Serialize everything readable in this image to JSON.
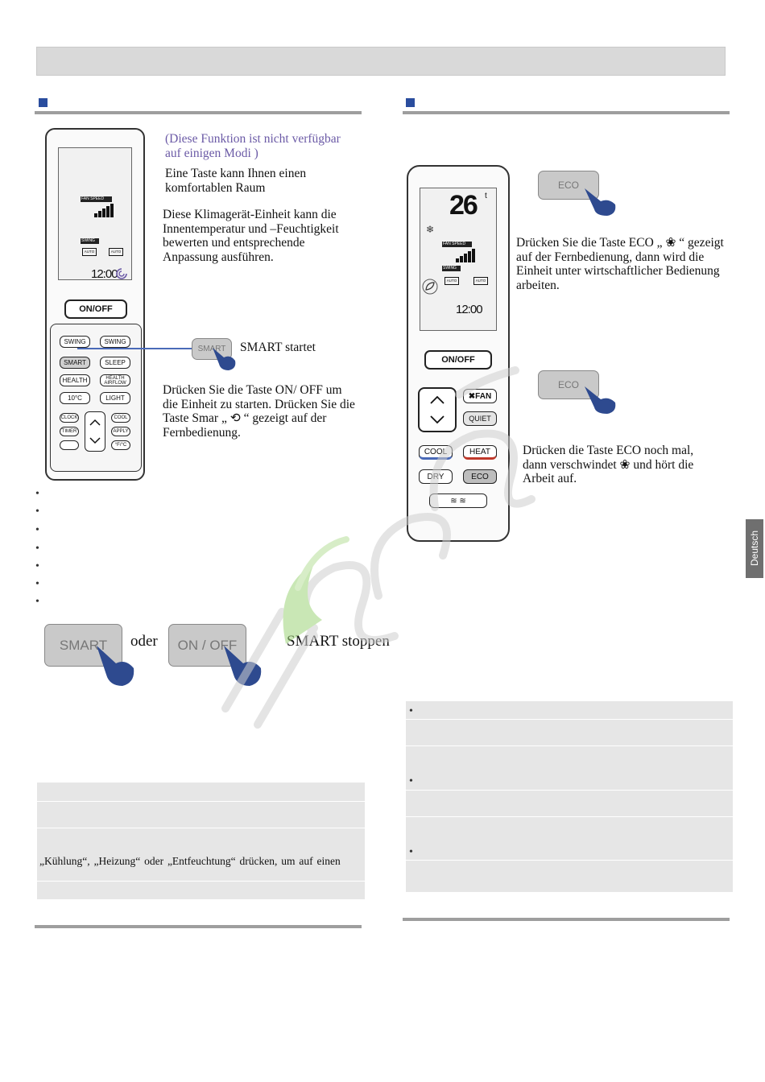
{
  "left_section": {
    "note": "(Diese Funktion ist nicht verfügbar auf einigen Modi )",
    "para1": "Eine Taste kann Ihnen einen komfortablen Raum",
    "para2": "Diese Klimagerät-Einheit kann die Innentemperatur und –Feuchtigkeit bewerten und entsprechende Anpassung ausführen.",
    "smart_start": "SMART startet",
    "para3": "Drücken Sie die Taste ON/ OFF um die Einheit zu starten. Drücken Sie die Taste Smar „ ⟲ “ gezeigt auf der Fernbedienung.",
    "stop_key1": "SMART",
    "stop_or": "oder",
    "stop_key2": "ON / OFF",
    "stop_text": "SMART stoppen",
    "panel_text": "„Kühlung“, „Heizung“ oder „Entfeuchtung“ drücken, um auf einen"
  },
  "left_remote": {
    "fan_speed": "FAN SPEED",
    "swing": "SWING",
    "auto": "AUTO",
    "time": "12:00",
    "on_off": "ON/OFF",
    "buttons": [
      "SWING",
      "SWING",
      "SMART",
      "SLEEP",
      "HEALTH",
      "HEALTH AIRFLOW",
      "10°C",
      "LIGHT",
      "CLOCK",
      "COOL",
      "TIMER",
      "APPLY",
      "",
      "°F/°C"
    ],
    "smart_key": "SMART"
  },
  "right_section": {
    "eco_key1": "ECO",
    "text1": "Drücken Sie die Taste ECO „ ❀ “ gezeigt auf der Fernbedienung, dann wird die Einheit unter wirtschaftlicher Bedienung arbeiten.",
    "eco_key2": "ECO",
    "text2": "Drücken die Taste ECO noch mal, dann verschwindet ❀ und hört die Arbeit auf."
  },
  "right_remote": {
    "temp": "26",
    "unit": "t",
    "fan_speed": "FAN SPEED",
    "swing": "SWING",
    "auto": "AUTO",
    "time": "12:00",
    "on_off": "ON/OFF",
    "fan": "✖FAN",
    "quiet": "QUIET",
    "cool": "COOL",
    "heat": "HEAT",
    "dry": "DRY",
    "eco": "ECO",
    "bottom": "≋ ≋"
  },
  "side_tab": "Deutsch",
  "watermark": "inserts",
  "colors": {
    "accent_blue": "#2a4d9e",
    "rule_gray": "#9e9e9e",
    "panel_gray": "#e6e6e6",
    "note_purple": "#6b5aa6",
    "hand_blue": "#2e4a8f"
  }
}
